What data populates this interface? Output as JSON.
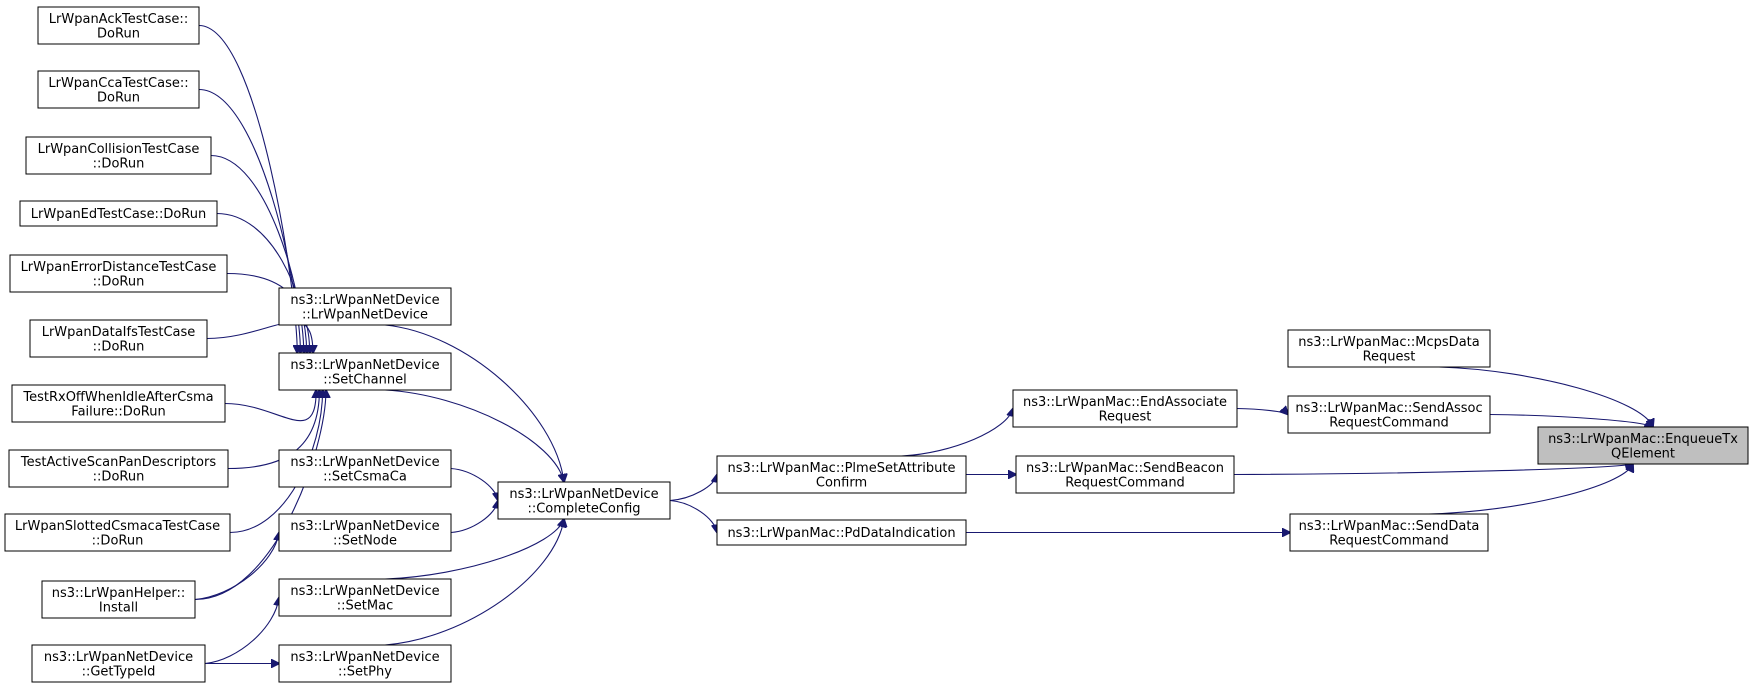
{
  "nodes": [
    {
      "id": "n_ack",
      "lines": [
        "LrWpanAckTestCase::",
        "DoRun"
      ]
    },
    {
      "id": "n_cca",
      "lines": [
        "LrWpanCcaTestCase::",
        "DoRun"
      ]
    },
    {
      "id": "n_collision",
      "lines": [
        "LrWpanCollisionTestCase",
        "::DoRun"
      ]
    },
    {
      "id": "n_ed",
      "lines": [
        "LrWpanEdTestCase::DoRun"
      ]
    },
    {
      "id": "n_errdist",
      "lines": [
        "LrWpanErrorDistanceTestCase",
        "::DoRun"
      ]
    },
    {
      "id": "n_dataifs",
      "lines": [
        "LrWpanDataIfsTestCase",
        "::DoRun"
      ]
    },
    {
      "id": "n_rxoff",
      "lines": [
        "TestRxOffWhenIdleAfterCsma",
        "Failure::DoRun"
      ]
    },
    {
      "id": "n_activescan",
      "lines": [
        "TestActiveScanPanDescriptors",
        "::DoRun"
      ]
    },
    {
      "id": "n_slotted",
      "lines": [
        "LrWpanSlottedCsmacaTestCase",
        "::DoRun"
      ]
    },
    {
      "id": "n_install",
      "lines": [
        "ns3::LrWpanHelper::",
        "Install"
      ]
    },
    {
      "id": "n_gettypeid",
      "lines": [
        "ns3::LrWpanNetDevice",
        "::GetTypeId"
      ]
    },
    {
      "id": "n_ctor",
      "lines": [
        "ns3::LrWpanNetDevice",
        "::LrWpanNetDevice"
      ]
    },
    {
      "id": "n_setchannel",
      "lines": [
        "ns3::LrWpanNetDevice",
        "::SetChannel"
      ]
    },
    {
      "id": "n_setcsmaca",
      "lines": [
        "ns3::LrWpanNetDevice",
        "::SetCsmaCa"
      ]
    },
    {
      "id": "n_setnode",
      "lines": [
        "ns3::LrWpanNetDevice",
        "::SetNode"
      ]
    },
    {
      "id": "n_setmac",
      "lines": [
        "ns3::LrWpanNetDevice",
        "::SetMac"
      ]
    },
    {
      "id": "n_setphy",
      "lines": [
        "ns3::LrWpanNetDevice",
        "::SetPhy"
      ]
    },
    {
      "id": "n_completeconfig",
      "lines": [
        "ns3::LrWpanNetDevice",
        "::CompleteConfig"
      ]
    },
    {
      "id": "n_plmeset",
      "lines": [
        "ns3::LrWpanMac::PlmeSetAttribute",
        "Confirm"
      ]
    },
    {
      "id": "n_pddata",
      "lines": [
        "ns3::LrWpanMac::PdDataIndication"
      ]
    },
    {
      "id": "n_endassoc",
      "lines": [
        "ns3::LrWpanMac::EndAssociate",
        "Request"
      ]
    },
    {
      "id": "n_sendbeacon",
      "lines": [
        "ns3::LrWpanMac::SendBeacon",
        "RequestCommand"
      ]
    },
    {
      "id": "n_mcps",
      "lines": [
        "ns3::LrWpanMac::McpsData",
        "Request"
      ]
    },
    {
      "id": "n_sendassoc",
      "lines": [
        "ns3::LrWpanMac::SendAssoc",
        "RequestCommand"
      ]
    },
    {
      "id": "n_senddata",
      "lines": [
        "ns3::LrWpanMac::SendData",
        "RequestCommand"
      ]
    },
    {
      "id": "n_enqueue",
      "lines": [
        "ns3::LrWpanMac::EnqueueTx",
        "QElement"
      ],
      "highlight": true
    }
  ],
  "edges": [
    {
      "from": "n_ack",
      "to": "n_setchannel"
    },
    {
      "from": "n_cca",
      "to": "n_setchannel"
    },
    {
      "from": "n_collision",
      "to": "n_setchannel"
    },
    {
      "from": "n_ed",
      "to": "n_setchannel"
    },
    {
      "from": "n_errdist",
      "to": "n_setchannel"
    },
    {
      "from": "n_dataifs",
      "to": "n_setchannel"
    },
    {
      "from": "n_rxoff",
      "to": "n_setchannel"
    },
    {
      "from": "n_activescan",
      "to": "n_setchannel"
    },
    {
      "from": "n_slotted",
      "to": "n_setchannel"
    },
    {
      "from": "n_install",
      "to": "n_setchannel"
    },
    {
      "from": "n_install",
      "to": "n_setnode"
    },
    {
      "from": "n_gettypeid",
      "to": "n_setmac"
    },
    {
      "from": "n_gettypeid",
      "to": "n_setphy"
    },
    {
      "from": "n_ctor",
      "to": "n_completeconfig"
    },
    {
      "from": "n_setchannel",
      "to": "n_completeconfig"
    },
    {
      "from": "n_setcsmaca",
      "to": "n_completeconfig"
    },
    {
      "from": "n_setnode",
      "to": "n_completeconfig"
    },
    {
      "from": "n_setmac",
      "to": "n_completeconfig"
    },
    {
      "from": "n_setphy",
      "to": "n_completeconfig"
    },
    {
      "from": "n_completeconfig",
      "to": "n_plmeset"
    },
    {
      "from": "n_completeconfig",
      "to": "n_pddata"
    },
    {
      "from": "n_plmeset",
      "to": "n_endassoc"
    },
    {
      "from": "n_plmeset",
      "to": "n_sendbeacon"
    },
    {
      "from": "n_pddata",
      "to": "n_senddata"
    },
    {
      "from": "n_endassoc",
      "to": "n_sendassoc"
    },
    {
      "from": "n_mcps",
      "to": "n_enqueue"
    },
    {
      "from": "n_sendassoc",
      "to": "n_enqueue"
    },
    {
      "from": "n_sendbeacon",
      "to": "n_enqueue"
    },
    {
      "from": "n_senddata",
      "to": "n_enqueue"
    }
  ]
}
